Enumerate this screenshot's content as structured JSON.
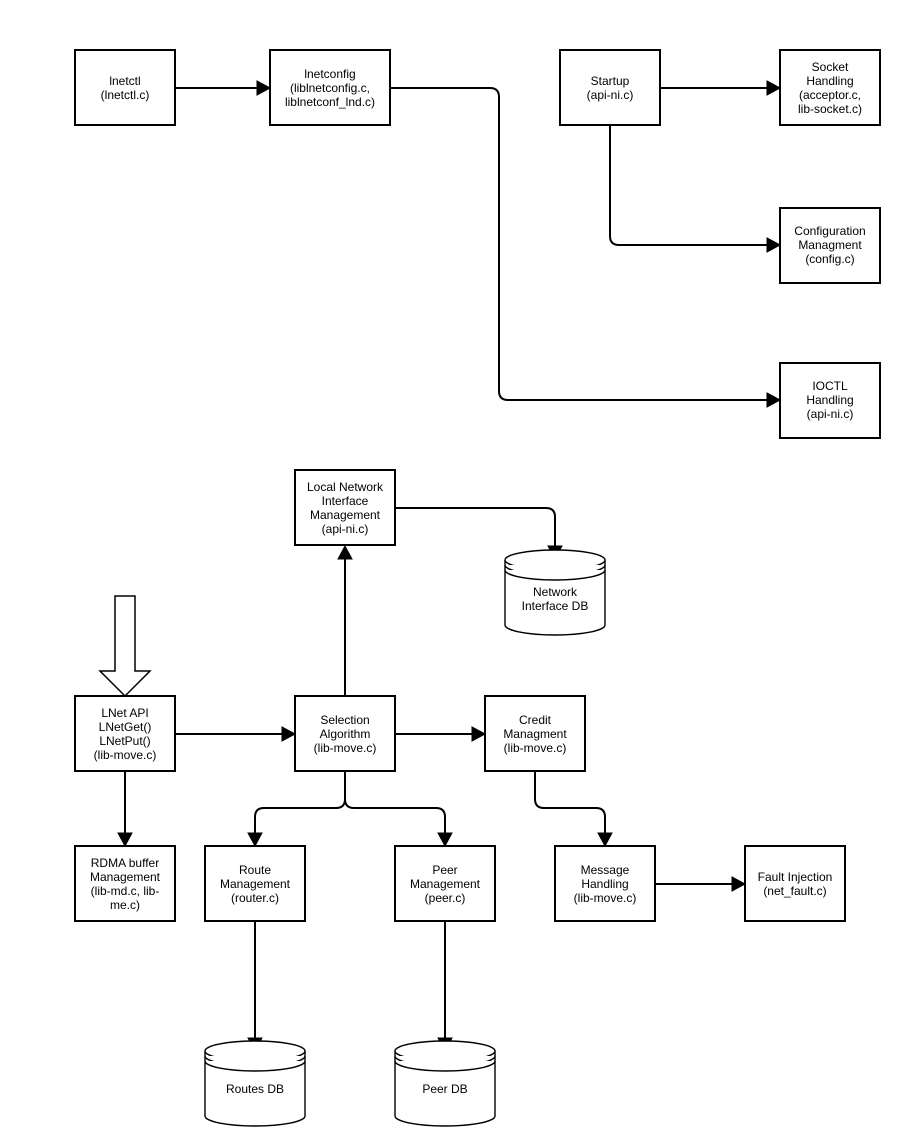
{
  "nodes": {
    "lnetctl": [
      "lnetctl",
      "(lnetctl.c)"
    ],
    "lnetconfig": [
      "lnetconfig",
      "(liblnetconfig.c,",
      "liblnetconf_lnd.c)"
    ],
    "startup": [
      "Startup",
      "(api-ni.c)"
    ],
    "socket": [
      "Socket",
      "Handling",
      "(acceptor.c,",
      "lib-socket.c)"
    ],
    "config": [
      "Configuration",
      "Managment",
      "(config.c)"
    ],
    "ioctl": [
      "IOCTL",
      "Handling",
      "(api-ni.c)"
    ],
    "local_ni": [
      "Local Network",
      "Interface",
      "Management",
      "(api-ni.c)"
    ],
    "lnet_api": [
      "LNet API",
      "LNetGet()",
      "LNetPut()",
      "(lib-move.c)"
    ],
    "selection": [
      "Selection",
      "Algorithm",
      "(lib-move.c)"
    ],
    "credit": [
      "Credit",
      "Managment",
      "(lib-move.c)"
    ],
    "rdma": [
      "RDMA buffer",
      "Management",
      "(lib-md.c, lib-",
      "me.c)"
    ],
    "route": [
      "Route",
      "Management",
      "(router.c)"
    ],
    "peer": [
      "Peer",
      "Management",
      "(peer.c)"
    ],
    "message": [
      "Message",
      "Handling",
      "(lib-move.c)"
    ],
    "fault": [
      "Fault Injection",
      "(net_fault.c)"
    ]
  },
  "databases": {
    "network_db": [
      "Network",
      "Interface DB"
    ],
    "routes_db": [
      "Routes DB"
    ],
    "peer_db": [
      "Peer DB"
    ]
  },
  "edges": [
    [
      "lnetctl",
      "lnetconfig"
    ],
    [
      "lnetconfig",
      "ioctl"
    ],
    [
      "startup",
      "socket"
    ],
    [
      "startup",
      "config"
    ],
    [
      "local_ni",
      "network_db"
    ],
    [
      "lnet_api",
      "selection"
    ],
    [
      "selection",
      "local_ni"
    ],
    [
      "selection",
      "credit"
    ],
    [
      "lnet_api",
      "rdma"
    ],
    [
      "selection",
      "route"
    ],
    [
      "selection",
      "peer"
    ],
    [
      "credit",
      "message"
    ],
    [
      "message",
      "fault"
    ],
    [
      "route",
      "routes_db"
    ],
    [
      "peer",
      "peer_db"
    ]
  ]
}
